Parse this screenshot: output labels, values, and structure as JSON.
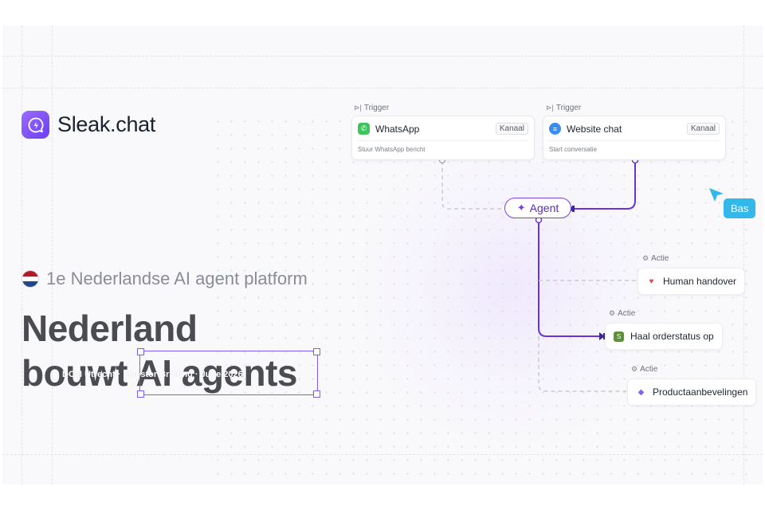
{
  "brand": {
    "name": "Sleak.chat",
    "logo_icon": "lightning-chat-icon",
    "accent": "#7b3fe4"
  },
  "hero": {
    "tagline": "1e Nederlandse AI agent platform",
    "headline_line1": "Nederland",
    "headline_line2_prefix": "bouwt ",
    "headline_line2_highlight": "AI agents",
    "overlay_event": "DCM Utrecht · Investor Briefing · June 2026",
    "flag_colors": [
      "#ae1c28",
      "#ffffff",
      "#21468b"
    ]
  },
  "workflow": {
    "triggers": [
      {
        "label": "Trigger",
        "title": "WhatsApp",
        "badge": "Kanaal",
        "subtitle": "Stuur WhatsApp bericht",
        "icon": "whatsapp-icon"
      },
      {
        "label": "Trigger",
        "title": "Website chat",
        "badge": "Kanaal",
        "subtitle": "Start conversatie",
        "icon": "globe-icon"
      }
    ],
    "agent": {
      "label": "Agent",
      "icon": "sparkles-icon"
    },
    "actions": [
      {
        "label": "Actie",
        "title": "Human handover",
        "icon": "heart-icon",
        "icon_color": "#e5484d"
      },
      {
        "label": "Actie",
        "title": "Haal orderstatus op",
        "icon": "shopify-icon",
        "icon_color": "#5e8e3e"
      },
      {
        "label": "Actie",
        "title": "Productaanbevelingen",
        "icon": "tag-icon",
        "icon_color": "#8b5cf6"
      }
    ]
  },
  "cursor": {
    "name": "Bas",
    "color": "#32b8ea"
  }
}
